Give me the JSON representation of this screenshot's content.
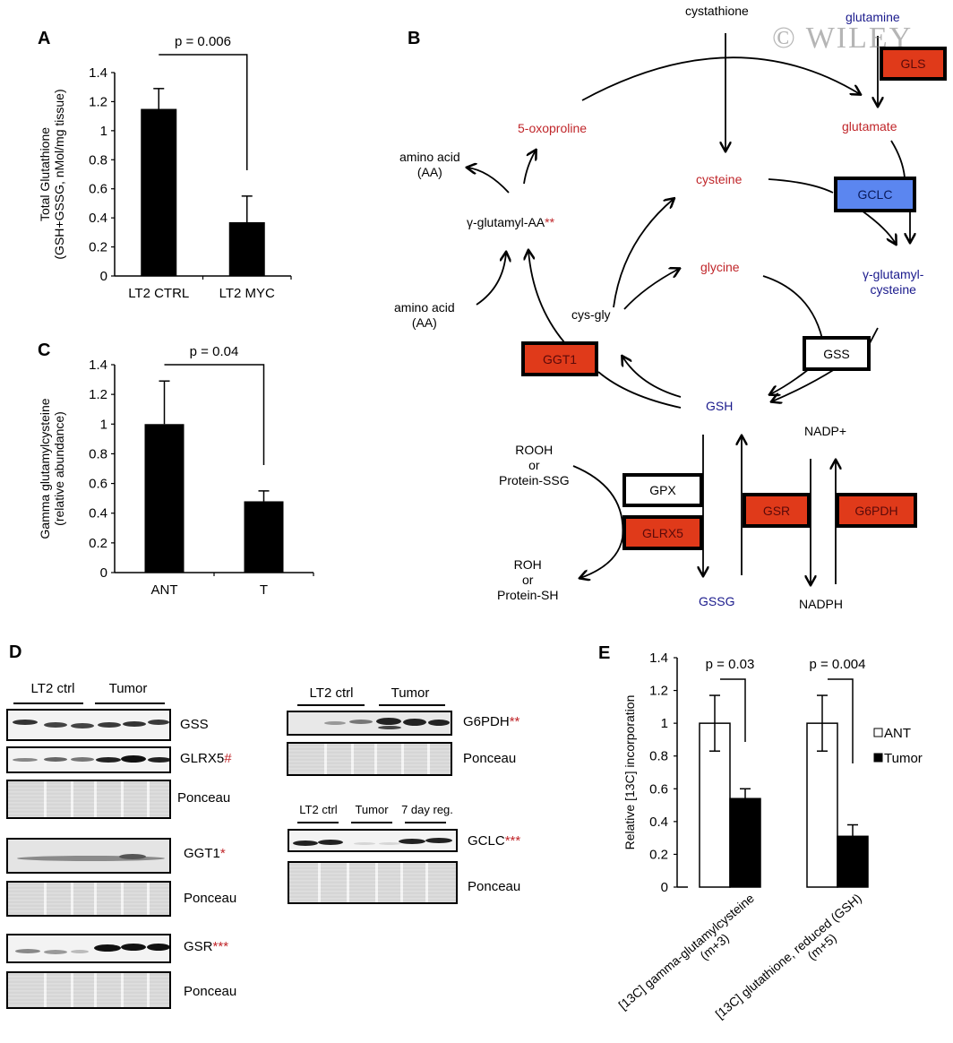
{
  "figure": {
    "watermark": "© WILEY",
    "panels": {
      "A": "A",
      "B": "B",
      "C": "C",
      "D": "D",
      "E": "E"
    }
  },
  "chart_data": [
    {
      "id": "A",
      "type": "bar",
      "title": "",
      "categories": [
        "LT2 CTRL",
        "LT2 MYC"
      ],
      "values": [
        1.15,
        0.37
      ],
      "errors": [
        0.14,
        0.18
      ],
      "ylabel_line1": "Total Glutathione",
      "ylabel_line2": "(GSH+GSSG, nMol/mg tissue)",
      "xlabel": "",
      "ylim": [
        0,
        1.4
      ],
      "yticks": [
        "0",
        "0.2",
        "0.4",
        "0.6",
        "0.8",
        "1",
        "1.2",
        "1.4"
      ],
      "bar_color": "#000000",
      "annotation": "p = 0.006"
    },
    {
      "id": "C",
      "type": "bar",
      "title": "",
      "categories": [
        "ANT",
        "T"
      ],
      "values": [
        1.0,
        0.48
      ],
      "errors": [
        0.29,
        0.07
      ],
      "ylabel_line1": "Gamma glutamylcysteine",
      "ylabel_line2": "(relative abundance)",
      "xlabel": "",
      "ylim": [
        0,
        1.4
      ],
      "yticks": [
        "0",
        "0.2",
        "0.4",
        "0.6",
        "0.8",
        "1",
        "1.2",
        "1.4"
      ],
      "bar_color": "#000000",
      "annotation": "p = 0.04"
    },
    {
      "id": "E",
      "type": "bar",
      "title": "",
      "categories": [
        "[13C] gamma-glutamylcysteine (m+3)",
        "[13C] glutathione, reduced (GSH) (m+5)"
      ],
      "category_lines": [
        [
          "[13C] gamma-glutamylcysteine",
          "(m+3)"
        ],
        [
          "[13C] glutathione, reduced (GSH)",
          "(m+5)"
        ]
      ],
      "series": [
        {
          "name": "ANT",
          "color": "#ffffff",
          "values": [
            1.0,
            1.0
          ],
          "errors": [
            0.17,
            0.17
          ]
        },
        {
          "name": "Tumor",
          "color": "#000000",
          "values": [
            0.54,
            0.31
          ],
          "errors": [
            0.06,
            0.07
          ]
        }
      ],
      "ylabel": "Relative [13C] incorporation",
      "xlabel": "",
      "ylim": [
        0,
        1.4
      ],
      "yticks": [
        "0",
        "0.2",
        "0.4",
        "0.6",
        "0.8",
        "1",
        "1.2",
        "1.4"
      ],
      "annotations": [
        "p = 0.03",
        "p = 0.004"
      ],
      "legend_position": "right"
    }
  ],
  "pathway": {
    "metabolites": {
      "cystathione": "cystathione",
      "glutamine": "glutamine",
      "five_oxoproline": "5-oxoproline",
      "glutamate": "glutamate",
      "amino_acid_out_1": "amino acid",
      "amino_acid_out_2": "(AA)",
      "cysteine": "cysteine",
      "gamma_glutamyl_aa": "γ-glutamyl-AA",
      "gamma_glutamyl_aa_mark": "**",
      "glycine": "glycine",
      "gamma_glutamylcysteine_1": "γ-glutamyl-",
      "gamma_glutamylcysteine_2": "cysteine",
      "amino_acid_in_1": "amino acid",
      "amino_acid_in_2": "(AA)",
      "cys_gly": "cys-gly",
      "gsh": "GSH",
      "nadp_plus": "NADP+",
      "rooh_1": "ROOH",
      "rooh_2": "or",
      "rooh_3": "Protein-SSG",
      "roh_1": "ROH",
      "roh_2": "or",
      "roh_3": "Protein-SH",
      "gssg": "GSSG",
      "nadph": "NADPH"
    },
    "enzymes": {
      "gls": {
        "label": "GLS",
        "status": "up"
      },
      "gclc": {
        "label": "GCLC",
        "status": "down"
      },
      "ggt1": {
        "label": "GGT1",
        "status": "up"
      },
      "gss": {
        "label": "GSS",
        "status": "none"
      },
      "gpx": {
        "label": "GPX",
        "status": "none"
      },
      "glrx5": {
        "label": "GLRX5",
        "status": "up"
      },
      "gsr": {
        "label": "GSR",
        "status": "up"
      },
      "g6pdh": {
        "label": "G6PDH",
        "status": "up"
      }
    },
    "colors": {
      "up": "#e03a1a",
      "down": "#5b86f0",
      "metabolite_red": "#c0262a",
      "metabolite_blue": "#1a1a8c"
    }
  },
  "blots": {
    "left": {
      "groups": [
        "LT2 ctrl",
        "Tumor"
      ],
      "rows": [
        {
          "label": "GSS",
          "mark": ""
        },
        {
          "label": "GLRX5",
          "mark": "#"
        },
        {
          "label": "Ponceau",
          "mark": ""
        },
        {
          "label": "GGT1",
          "mark": "*"
        },
        {
          "label": "Ponceau",
          "mark": ""
        },
        {
          "label": "GSR",
          "mark": "***"
        },
        {
          "label": "Ponceau",
          "mark": ""
        }
      ]
    },
    "right_top": {
      "groups": [
        "LT2 ctrl",
        "Tumor"
      ],
      "rows": [
        {
          "label": "G6PDH",
          "mark": "**"
        },
        {
          "label": "Ponceau",
          "mark": ""
        }
      ]
    },
    "right_bottom": {
      "groups": [
        "LT2 ctrl",
        "Tumor",
        "7 day reg."
      ],
      "rows": [
        {
          "label": "GCLC",
          "mark": "***"
        },
        {
          "label": "Ponceau",
          "mark": ""
        }
      ]
    }
  }
}
